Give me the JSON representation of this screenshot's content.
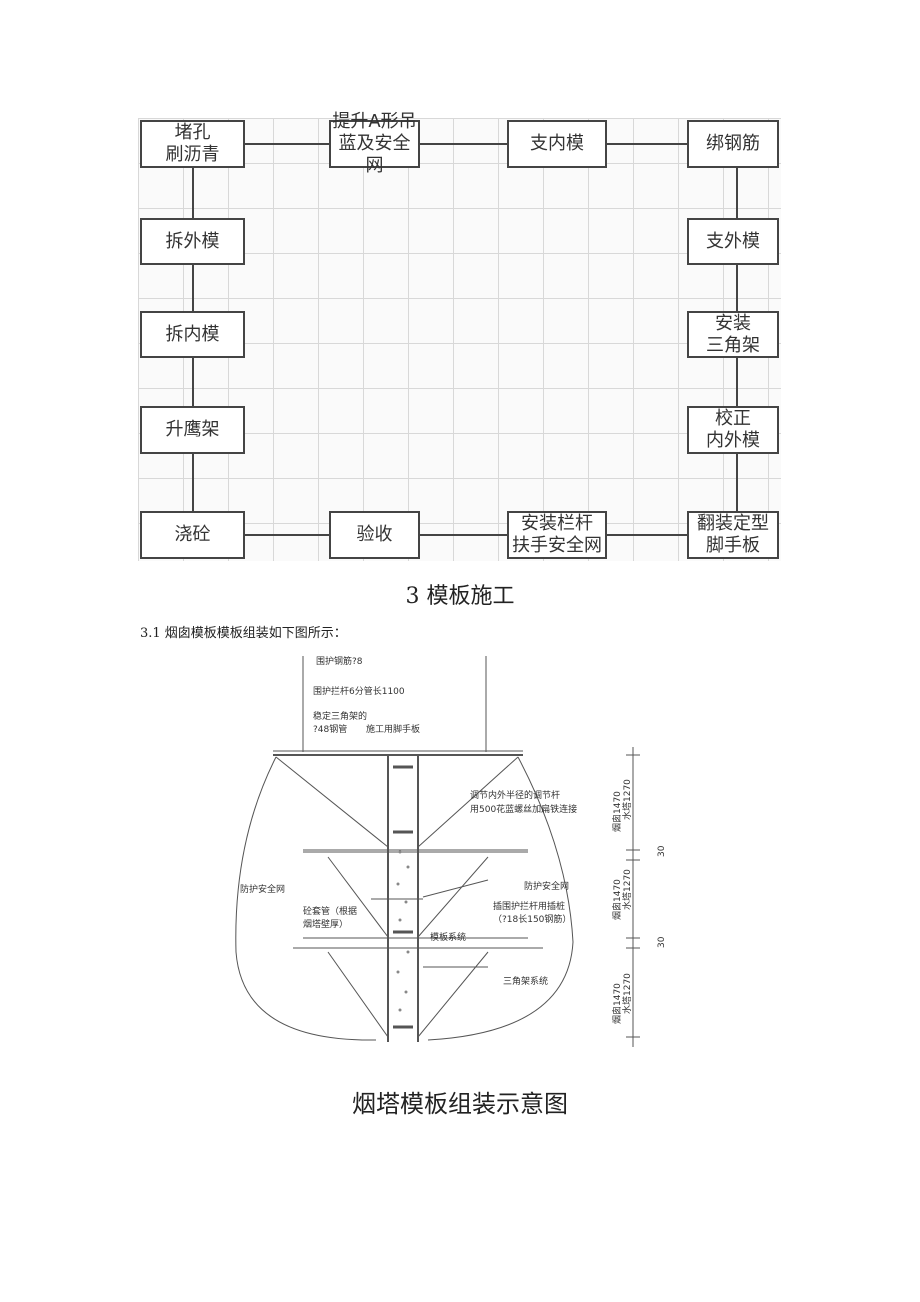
{
  "flowchart": {
    "boxes": {
      "b1": [
        "堵孔",
        "刷沥青"
      ],
      "b2": [
        "提升A形吊",
        "蓝及安全网"
      ],
      "b3": [
        "支内模"
      ],
      "b4": [
        "绑钢筋"
      ],
      "b5": [
        "拆外模"
      ],
      "b6": [
        "支外模"
      ],
      "b7": [
        "拆内模"
      ],
      "b8": [
        "安装",
        "三角架"
      ],
      "b9": [
        "升鹰架"
      ],
      "b10": [
        "校正",
        "内外模"
      ],
      "b11": [
        "浇砼"
      ],
      "b12": [
        "验收"
      ],
      "b13": [
        "安装栏杆",
        "扶手安全网"
      ],
      "b14": [
        "翻装定型",
        "脚手板"
      ]
    }
  },
  "section": {
    "title": "3 模板施工",
    "paragraph": "3.1 烟囱模板模板组装如下图所示："
  },
  "diagram": {
    "labels": {
      "l1": "围护钢筋?8",
      "l2": "围护拦杆6分管长1100",
      "l3": "稳定三角架的",
      "l4": "?48钢管",
      "l5": "施工用脚手板",
      "l6": "调节内外半径的调节杆",
      "l7": "用500花蓝螺丝加扁铁连接",
      "l8": "防护安全网",
      "l9": "防护安全网",
      "l10": "砼套管（根据",
      "l11": "烟塔壁厚）",
      "l12": "插围护拦杆用插桩",
      "l13": "（?18长150钢筋）",
      "l14": "模板系统",
      "l15": "三角架系统",
      "d1": "烟囱1470",
      "d2": "水塔1270",
      "d3": "30",
      "d4": "烟囱1470",
      "d5": "水塔1270",
      "d6": "30",
      "d7": "烟囱1470",
      "d8": "水塔1270"
    },
    "caption": "烟塔模板组装示意图"
  }
}
